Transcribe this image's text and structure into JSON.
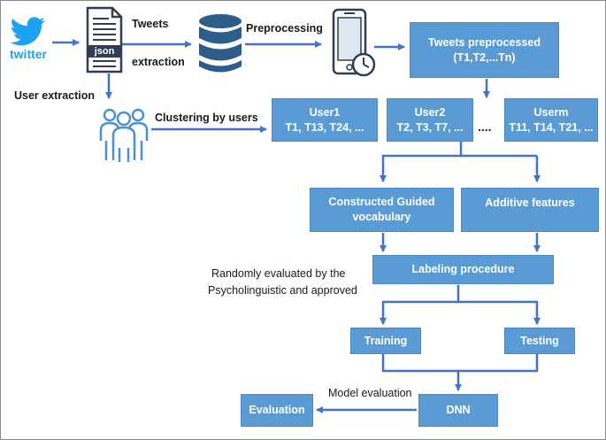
{
  "sources": {
    "twitter_word": "twitter",
    "json_tag": "json"
  },
  "labels": {
    "tweets": "Tweets",
    "extraction": "extraction",
    "preprocessing": "Preprocessing",
    "user_extraction": "User extraction",
    "clustering": "Clustering by users",
    "ellipsis": "....",
    "random_eval_1": "Randomly evaluated by the",
    "random_eval_2": "Psycholinguistic and approved",
    "model_eval": "Model evaluation"
  },
  "boxes": {
    "tweets_pre_1": "Tweets preprocessed",
    "tweets_pre_2": "(T1,T2,...Tn)",
    "user1_1": "User1",
    "user1_2": "T1, T13, T24, ...",
    "user2_1": "User2",
    "user2_2": "T2, T3, T7, ...",
    "userm_1": "Userm",
    "userm_2": "T11, T14, T21, ...",
    "vocab_1": "Constructed Guided",
    "vocab_2": "vocabulary",
    "additive": "Additive features",
    "labeling": "Labeling procedure",
    "training": "Training",
    "testing": "Testing",
    "dnn": "DNN",
    "evaluation": "Evaluation"
  },
  "colors": {
    "box_fill": "#5b9bd5",
    "arrow": "#4472c4",
    "twitter": "#1da1f2"
  }
}
